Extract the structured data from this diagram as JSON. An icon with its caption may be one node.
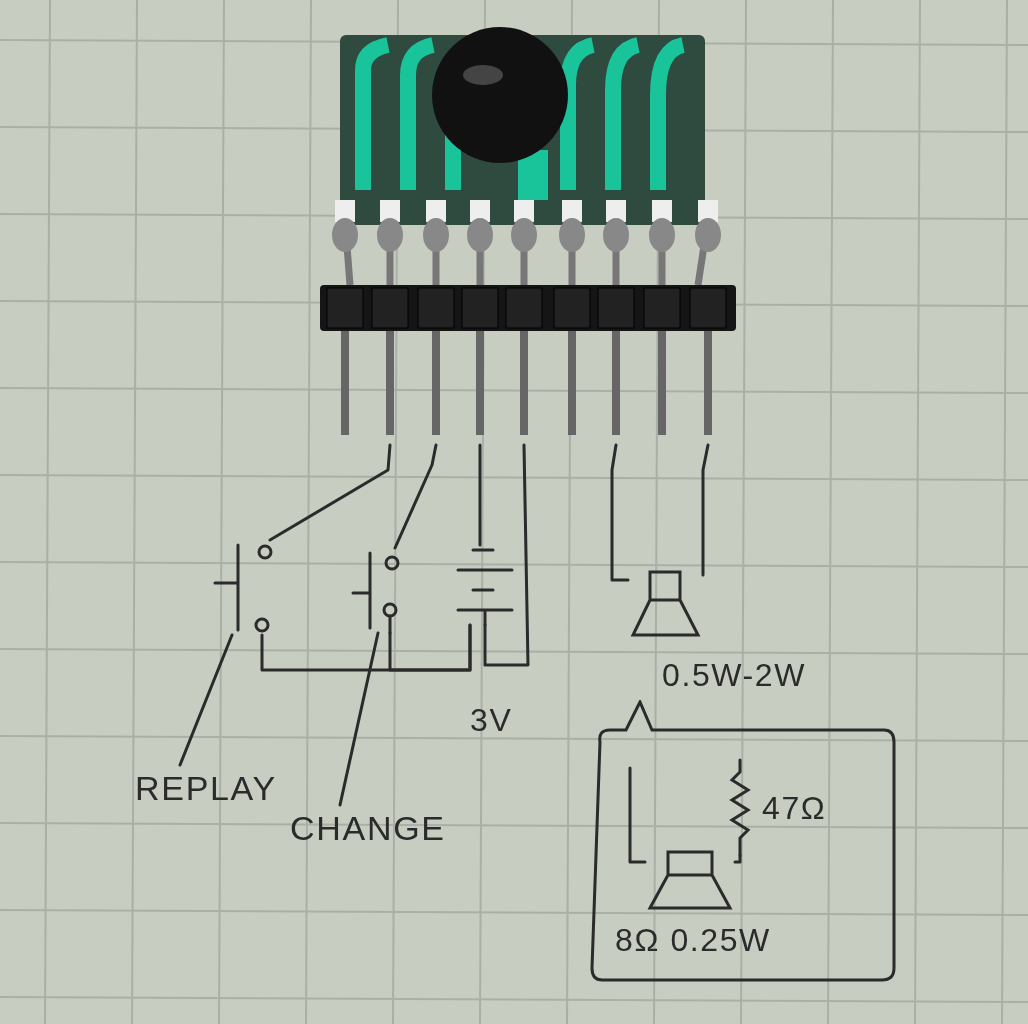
{
  "diagram": {
    "nodes": [
      {
        "text": [],
        "shape": "picture"
      },
      {
        "text": [],
        "shape": "picture"
      },
      {
        "text": [],
        "shape": "picture"
      },
      {
        "text": [],
        "shape": "picture",
        "beside": [
          "3V"
        ]
      },
      {
        "text": [],
        "shape": "picture",
        "beside": [
          "0.5W-2W"
        ]
      },
      {
        "text": [
          "REPLAY"
        ]
      },
      {
        "text": [
          "CHANGE"
        ]
      },
      {
        "text": [],
        "shape": "box"
      },
      {
        "text": [],
        "shape": "picture",
        "in": 7,
        "beside": [
          "47Ω"
        ]
      },
      {
        "text": [],
        "shape": "picture",
        "in": 7,
        "beside": [
          "8Ω 0.25W"
        ]
      }
    ],
    "edges": [
      {
        "from": 0,
        "to": 1,
        "arrow": "none"
      },
      {
        "from": 0,
        "to": 2,
        "arrow": "none"
      },
      {
        "from": 0,
        "to": 3,
        "arrow": "none"
      },
      {
        "from": 0,
        "to": 3,
        "arrow": "none"
      },
      {
        "from": 1,
        "to": 3,
        "arrow": "none"
      },
      {
        "from": 2,
        "to": 3,
        "arrow": "none"
      },
      {
        "from": 0,
        "to": 4,
        "arrow": "none"
      },
      {
        "from": 0,
        "to": 4,
        "arrow": "none"
      },
      {
        "from": 5,
        "to": 1,
        "arrow": "none"
      },
      {
        "from": 6,
        "to": 2,
        "arrow": "none"
      },
      {
        "from": 8,
        "to": 9,
        "arrow": "none"
      },
      {
        "from": 9,
        "to": null,
        "arrow": "none"
      }
    ]
  }
}
